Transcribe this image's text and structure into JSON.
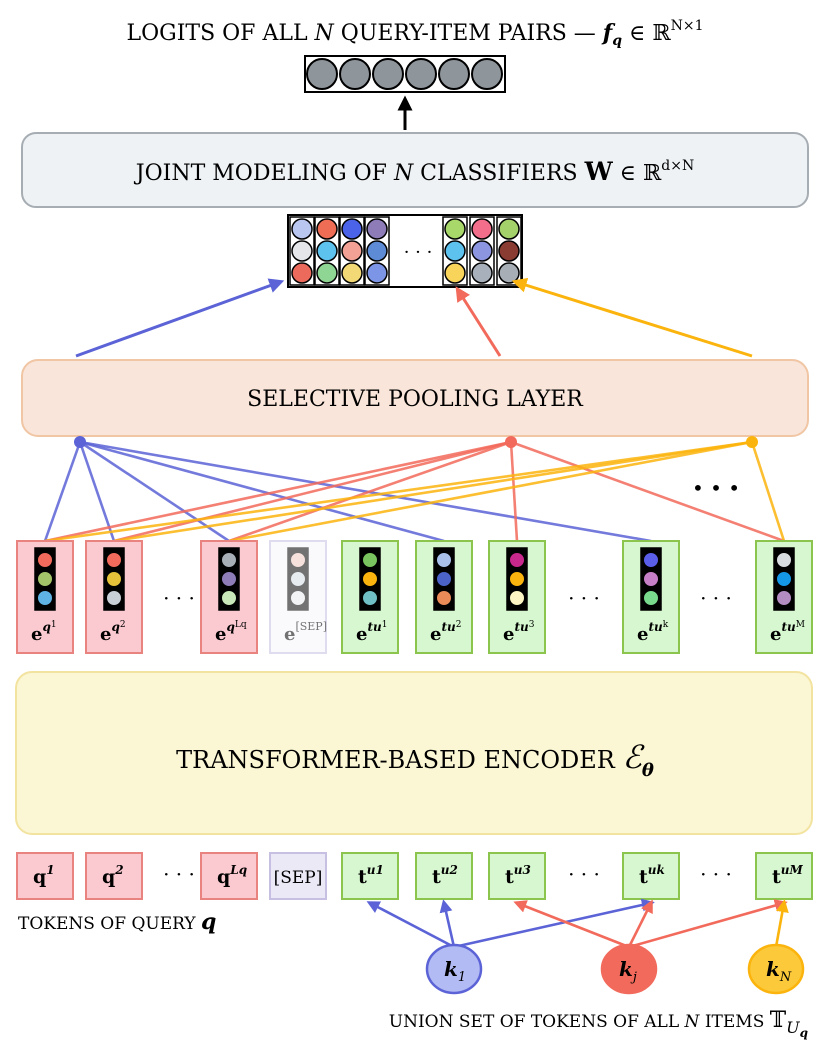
{
  "title": {
    "text": "LOGITS OF ALL ",
    "n": "N",
    "text2": " QUERY-ITEM PAIRS —  ",
    "math": "f",
    "math_sub": "q",
    "math_rest": " ∈ ℝ",
    "math_sup": "N×1"
  },
  "joint": {
    "text": "JOINT MODELING OF ",
    "n": "N",
    "text2": " CLASSIFIERS  ",
    "math": "W",
    "math_rest": " ∈ ℝ",
    "math_sup": "d×N"
  },
  "pool_matrix": {
    "ellipsis": "· · ·"
  },
  "pooling": {
    "label": "SELECTIVE POOLING LAYER"
  },
  "ellipsis_dots": "• • •",
  "encoder": {
    "label": "TRANSFORMER-BASED ENCODER ",
    "math": "ℰ",
    "math_sub": "θ"
  },
  "embed_ellipsis": "· · ·",
  "embeddings": [
    {
      "base": "e",
      "sup": "q",
      "supsup": "1"
    },
    {
      "base": "e",
      "sup": "q",
      "supsup": "2"
    },
    {
      "base": "e",
      "sup": "q",
      "supsup": "Lq"
    },
    {
      "base": "e",
      "sup": "[SEP]",
      "supsup": ""
    },
    {
      "base": "e",
      "sup": "tu",
      "supsup": "1"
    },
    {
      "base": "e",
      "sup": "tu",
      "supsup": "2"
    },
    {
      "base": "e",
      "sup": "tu",
      "supsup": "3"
    },
    {
      "base": "e",
      "sup": "tu",
      "supsup": "k"
    },
    {
      "base": "e",
      "sup": "tu",
      "supsup": "M"
    }
  ],
  "tokens": [
    {
      "base": "q",
      "sup": "1"
    },
    {
      "base": "q",
      "sup": "2"
    },
    {
      "base": "q",
      "sup": "Lq"
    },
    {
      "base": "[SEP]",
      "sup": ""
    },
    {
      "base": "t",
      "sup": "u1"
    },
    {
      "base": "t",
      "sup": "u2"
    },
    {
      "base": "t",
      "sup": "u3"
    },
    {
      "base": "t",
      "sup": "uk"
    },
    {
      "base": "t",
      "sup": "uM"
    }
  ],
  "tokens_query_label": {
    "text": "TOKENS OF QUERY ",
    "math": "q"
  },
  "keys": [
    {
      "base": "k",
      "sub": "1"
    },
    {
      "base": "k",
      "sub": "j"
    },
    {
      "base": "k",
      "sub": "N"
    }
  ],
  "union_label": {
    "text": "UNION SET OF TOKENS OF ALL ",
    "n": "N",
    "text2": " ITEMS  ",
    "math": "𝕋",
    "math_sub": "U",
    "math_subsub": "q"
  },
  "colors": {
    "blue": "#5b63d6",
    "red": "#f26a5b",
    "orange": "#fbb40d",
    "query_fill": "#fbcad1",
    "query_stroke": "#e9837f",
    "item_fill": "#d6f7cf",
    "item_stroke": "#8cc54d",
    "sep_fill": "#ece9f7",
    "sep_stroke": "#c8c0e3",
    "encoder_fill": "#fbf6d3",
    "encoder_stroke": "#f3e3a0",
    "pool_fill": "#f9e5d9",
    "pool_stroke": "#f0c6a4",
    "joint_fill": "#eef2f5",
    "joint_stroke": "#a6adb3"
  }
}
